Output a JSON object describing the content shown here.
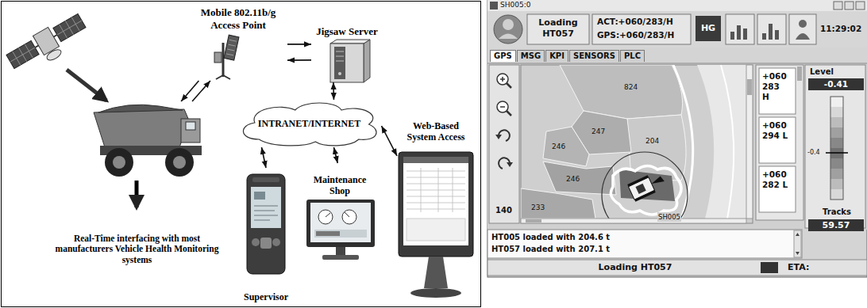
{
  "diagram": {
    "nodes": [
      {
        "text": [
          "Mobile 802.11b/g Access Point"
        ]
      },
      {
        "text": [
          "Jigsaw Server"
        ]
      },
      {
        "text": [
          "Real-Time interfacing with most manufacturers Vehicle Health Monitoring systems"
        ]
      },
      {
        "text": [
          "INTRANET/INTERNET"
        ]
      },
      {
        "text": [
          "Supervisor"
        ]
      },
      {
        "text": [
          "Maintenance Shop"
        ]
      },
      {
        "text": [
          "Web-Based System Access"
        ]
      }
    ],
    "edges": [
      {
        "from": 0,
        "to": 2,
        "arrow": "to"
      },
      {
        "from": 2,
        "to": 0,
        "arrow": "to"
      },
      {
        "from": 0,
        "to": 1,
        "arrow": "to"
      },
      {
        "from": 1,
        "to": 0,
        "arrow": "to"
      },
      {
        "from": 1,
        "to": 3,
        "arrow": "both"
      },
      {
        "from": 3,
        "to": 4,
        "arrow": "both"
      },
      {
        "from": 3,
        "to": 5,
        "arrow": "both"
      },
      {
        "from": 3,
        "to": 6,
        "arrow": "both"
      }
    ],
    "labels": [
      "SH005:0",
      "Loading HT057",
      "ACT:+060/283/H",
      "GPS:+060/283/H",
      "HG",
      "11:29:02",
      "GPS",
      "MSG",
      "KPI",
      "SENSORS",
      "PLC",
      "824",
      "247",
      "204",
      "246",
      "246",
      "233",
      "SH005",
      "140",
      "+060 283 H",
      "+060 294 L",
      "+060 282 L",
      "Level",
      "-0.41",
      "-0.4",
      "Tracks",
      "59.57",
      "HT005 loaded with 204.6 t",
      "HT057 loaded with 207.1 t",
      "Loading HT057",
      "ETA:"
    ]
  }
}
